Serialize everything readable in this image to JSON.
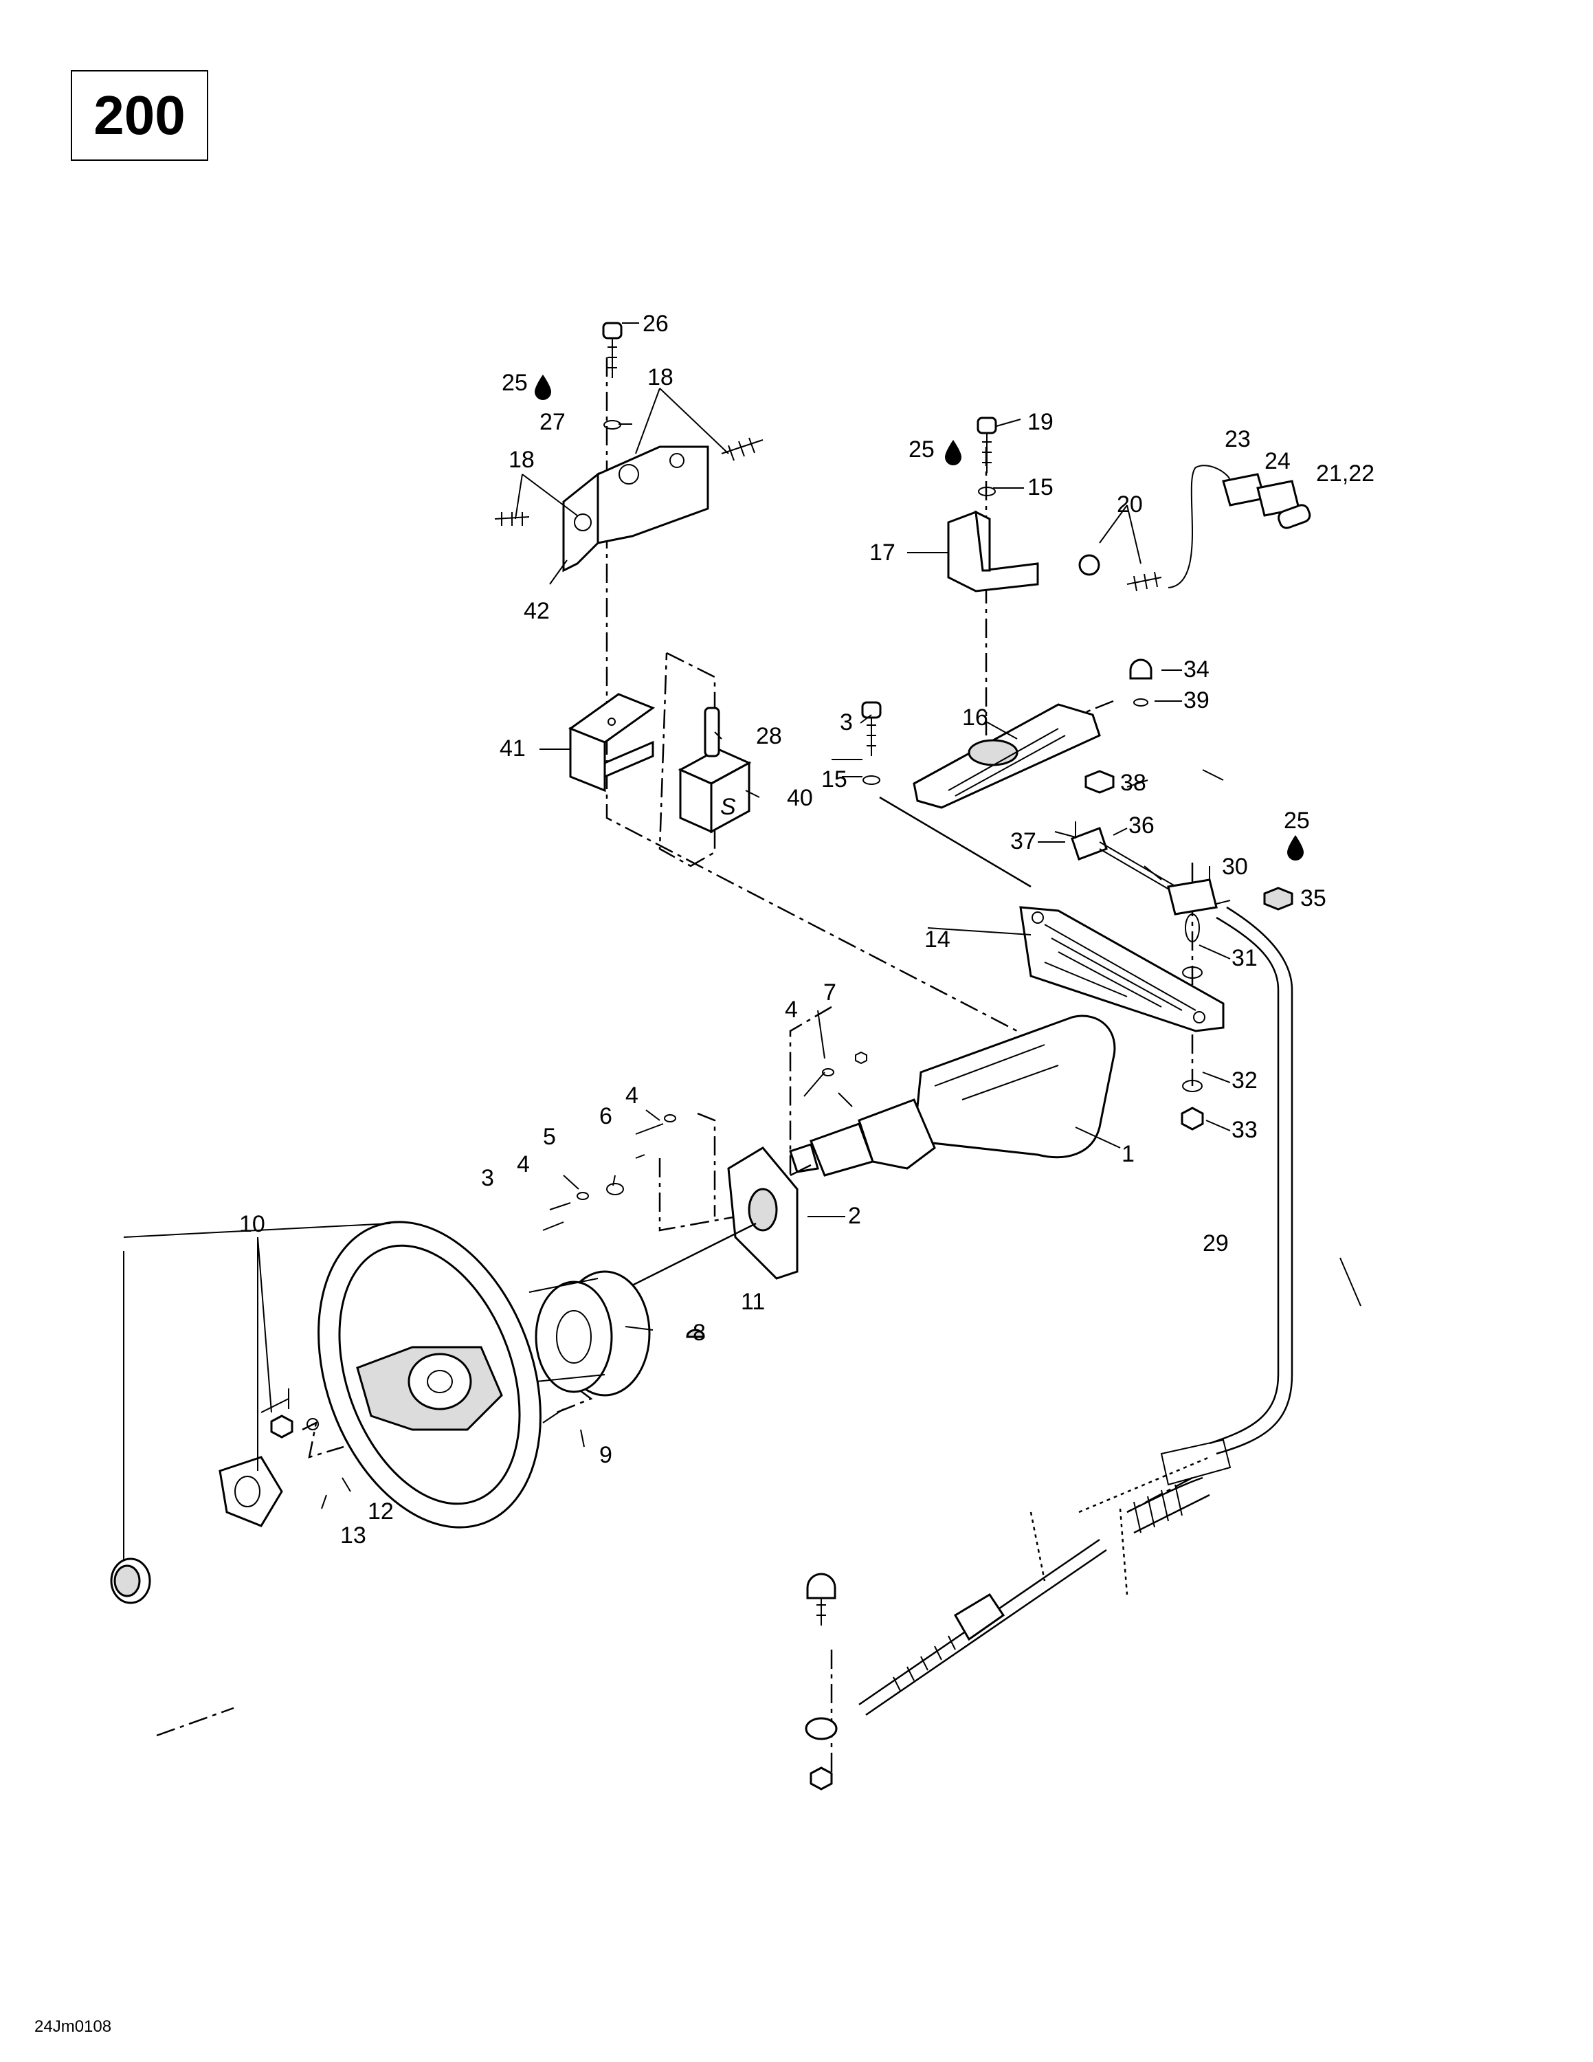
{
  "page_number": "200",
  "figure_code": "24Jm0108",
  "labels": {
    "l1": "1",
    "l2": "2",
    "l3a": "3",
    "l3b": "3",
    "l4a": "4",
    "l4b": "4",
    "l4c": "4",
    "l5": "5",
    "l6": "6",
    "l7": "7",
    "l8": "8",
    "l9": "9",
    "l10": "10",
    "l11": "11",
    "l12": "12",
    "l13": "13",
    "l14": "14",
    "l15a": "15",
    "l15b": "15",
    "l16": "16",
    "l17": "17",
    "l18a": "18",
    "l18b": "18",
    "l19": "19",
    "l20": "20",
    "l21": "21,22",
    "l23": "23",
    "l24": "24",
    "l25a": "25",
    "l25b": "25",
    "l25c": "25",
    "l26": "26",
    "l27": "27",
    "l28": "28",
    "l29": "29",
    "l30": "30",
    "l31": "31",
    "l32": "32",
    "l33": "33",
    "l34": "34",
    "l35": "35",
    "l36": "36",
    "l37": "37",
    "l38": "38",
    "l39": "39",
    "l40": "40",
    "l41": "41",
    "l42": "42"
  },
  "block_marking": "S"
}
